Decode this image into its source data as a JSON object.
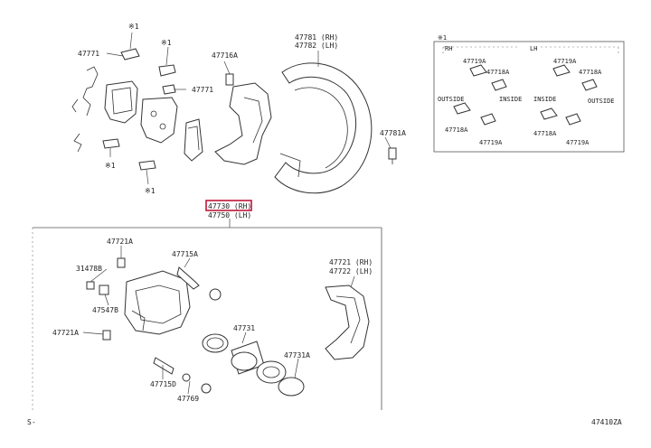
{
  "diagram": {
    "callouts": {
      "pad_set": "47771",
      "fitting_kit": "47771",
      "note_top": "※1",
      "note_mid": "※1",
      "note_left": "※1",
      "note_bottom": "※1",
      "bolt_top": "47716A",
      "dust_cover_rh": "47781 (RH)",
      "dust_cover_lh": "47782 (LH)",
      "cover_screw": "47781A",
      "caliper_rh": "47730 (RH)",
      "caliper_lh": "47750 (LH)",
      "bleeder_screw": "47721A",
      "bleeder_cap": "31478B",
      "slide_pin_top": "47715A",
      "plug": "47547B",
      "bleeder_screw_2": "47721A",
      "piston": "47731",
      "mounting_rh": "47721 (RH)",
      "mounting_lh": "47722 (LH)",
      "piston_seal": "47731A",
      "slide_pin_bottom": "47715D",
      "boot": "47769"
    },
    "inset": {
      "note": "※1",
      "col_left_header": "RH",
      "col_right_header": "LH",
      "labels": [
        "47719A",
        "47718A",
        "47719A",
        "47718A",
        "47718A",
        "47719A",
        "47718A",
        "47719A"
      ],
      "outside_left": "OUTSIDE",
      "inside_left": "INSIDE",
      "inside_right": "INSIDE",
      "outside_right": "OUTSIDE"
    },
    "footer": {
      "left_code": "S-",
      "right_code": "47410ZA"
    }
  }
}
